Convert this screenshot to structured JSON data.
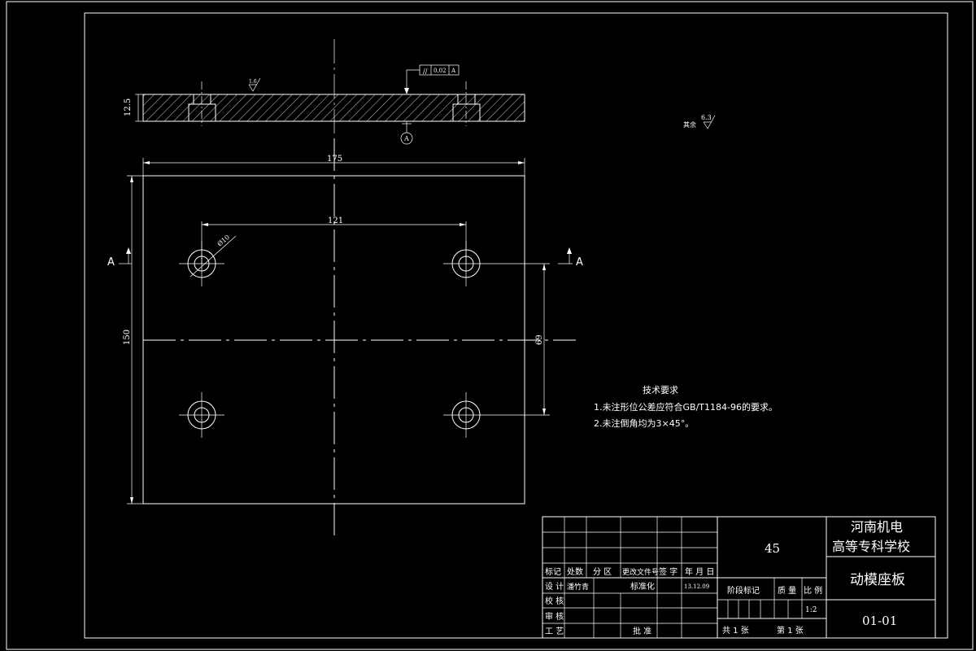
{
  "drawing": {
    "title_block": {
      "material": "45",
      "school_line1": "河南机电",
      "school_line2": "高等专科学校",
      "part_name": "动模座板",
      "drawing_number": "01-01",
      "scale": "1:2",
      "headers": {
        "mark": "标记",
        "count": "处数",
        "zone": "分 区",
        "change_doc": "更改文件号",
        "signature": "签 字",
        "date": "年 月 日",
        "design": "设 计",
        "designer": "潘竹青",
        "standardize": "标准化",
        "design_date": "13.12.09",
        "check": "校 核",
        "review": "审 核",
        "process": "工 艺",
        "approve": "批 准",
        "stage_mark": "阶段标记",
        "weight": "质 量",
        "scale_label": "比 例",
        "sheets_total": "共 1 张",
        "sheet_no": "第 1 张"
      }
    },
    "dimensions": {
      "width": "175",
      "height": "150",
      "hole_spacing_x": "121",
      "hole_spacing_y": "69",
      "thickness": "12.5",
      "hole_dia": "Ø10"
    },
    "annotations": {
      "parallelism": "// 0.02 A",
      "datum": "A",
      "section_a_left": "A",
      "section_a_right": "A",
      "roughness_top": "1.6",
      "roughness_rest": "6.3",
      "roughness_rest_label": "其余"
    },
    "tech_requirements": {
      "heading": "技术要求",
      "line1": "1.未注形位公差应符合GB/T1184-96的要求。",
      "line2": "2.未注倒角均为3×45°。"
    }
  }
}
